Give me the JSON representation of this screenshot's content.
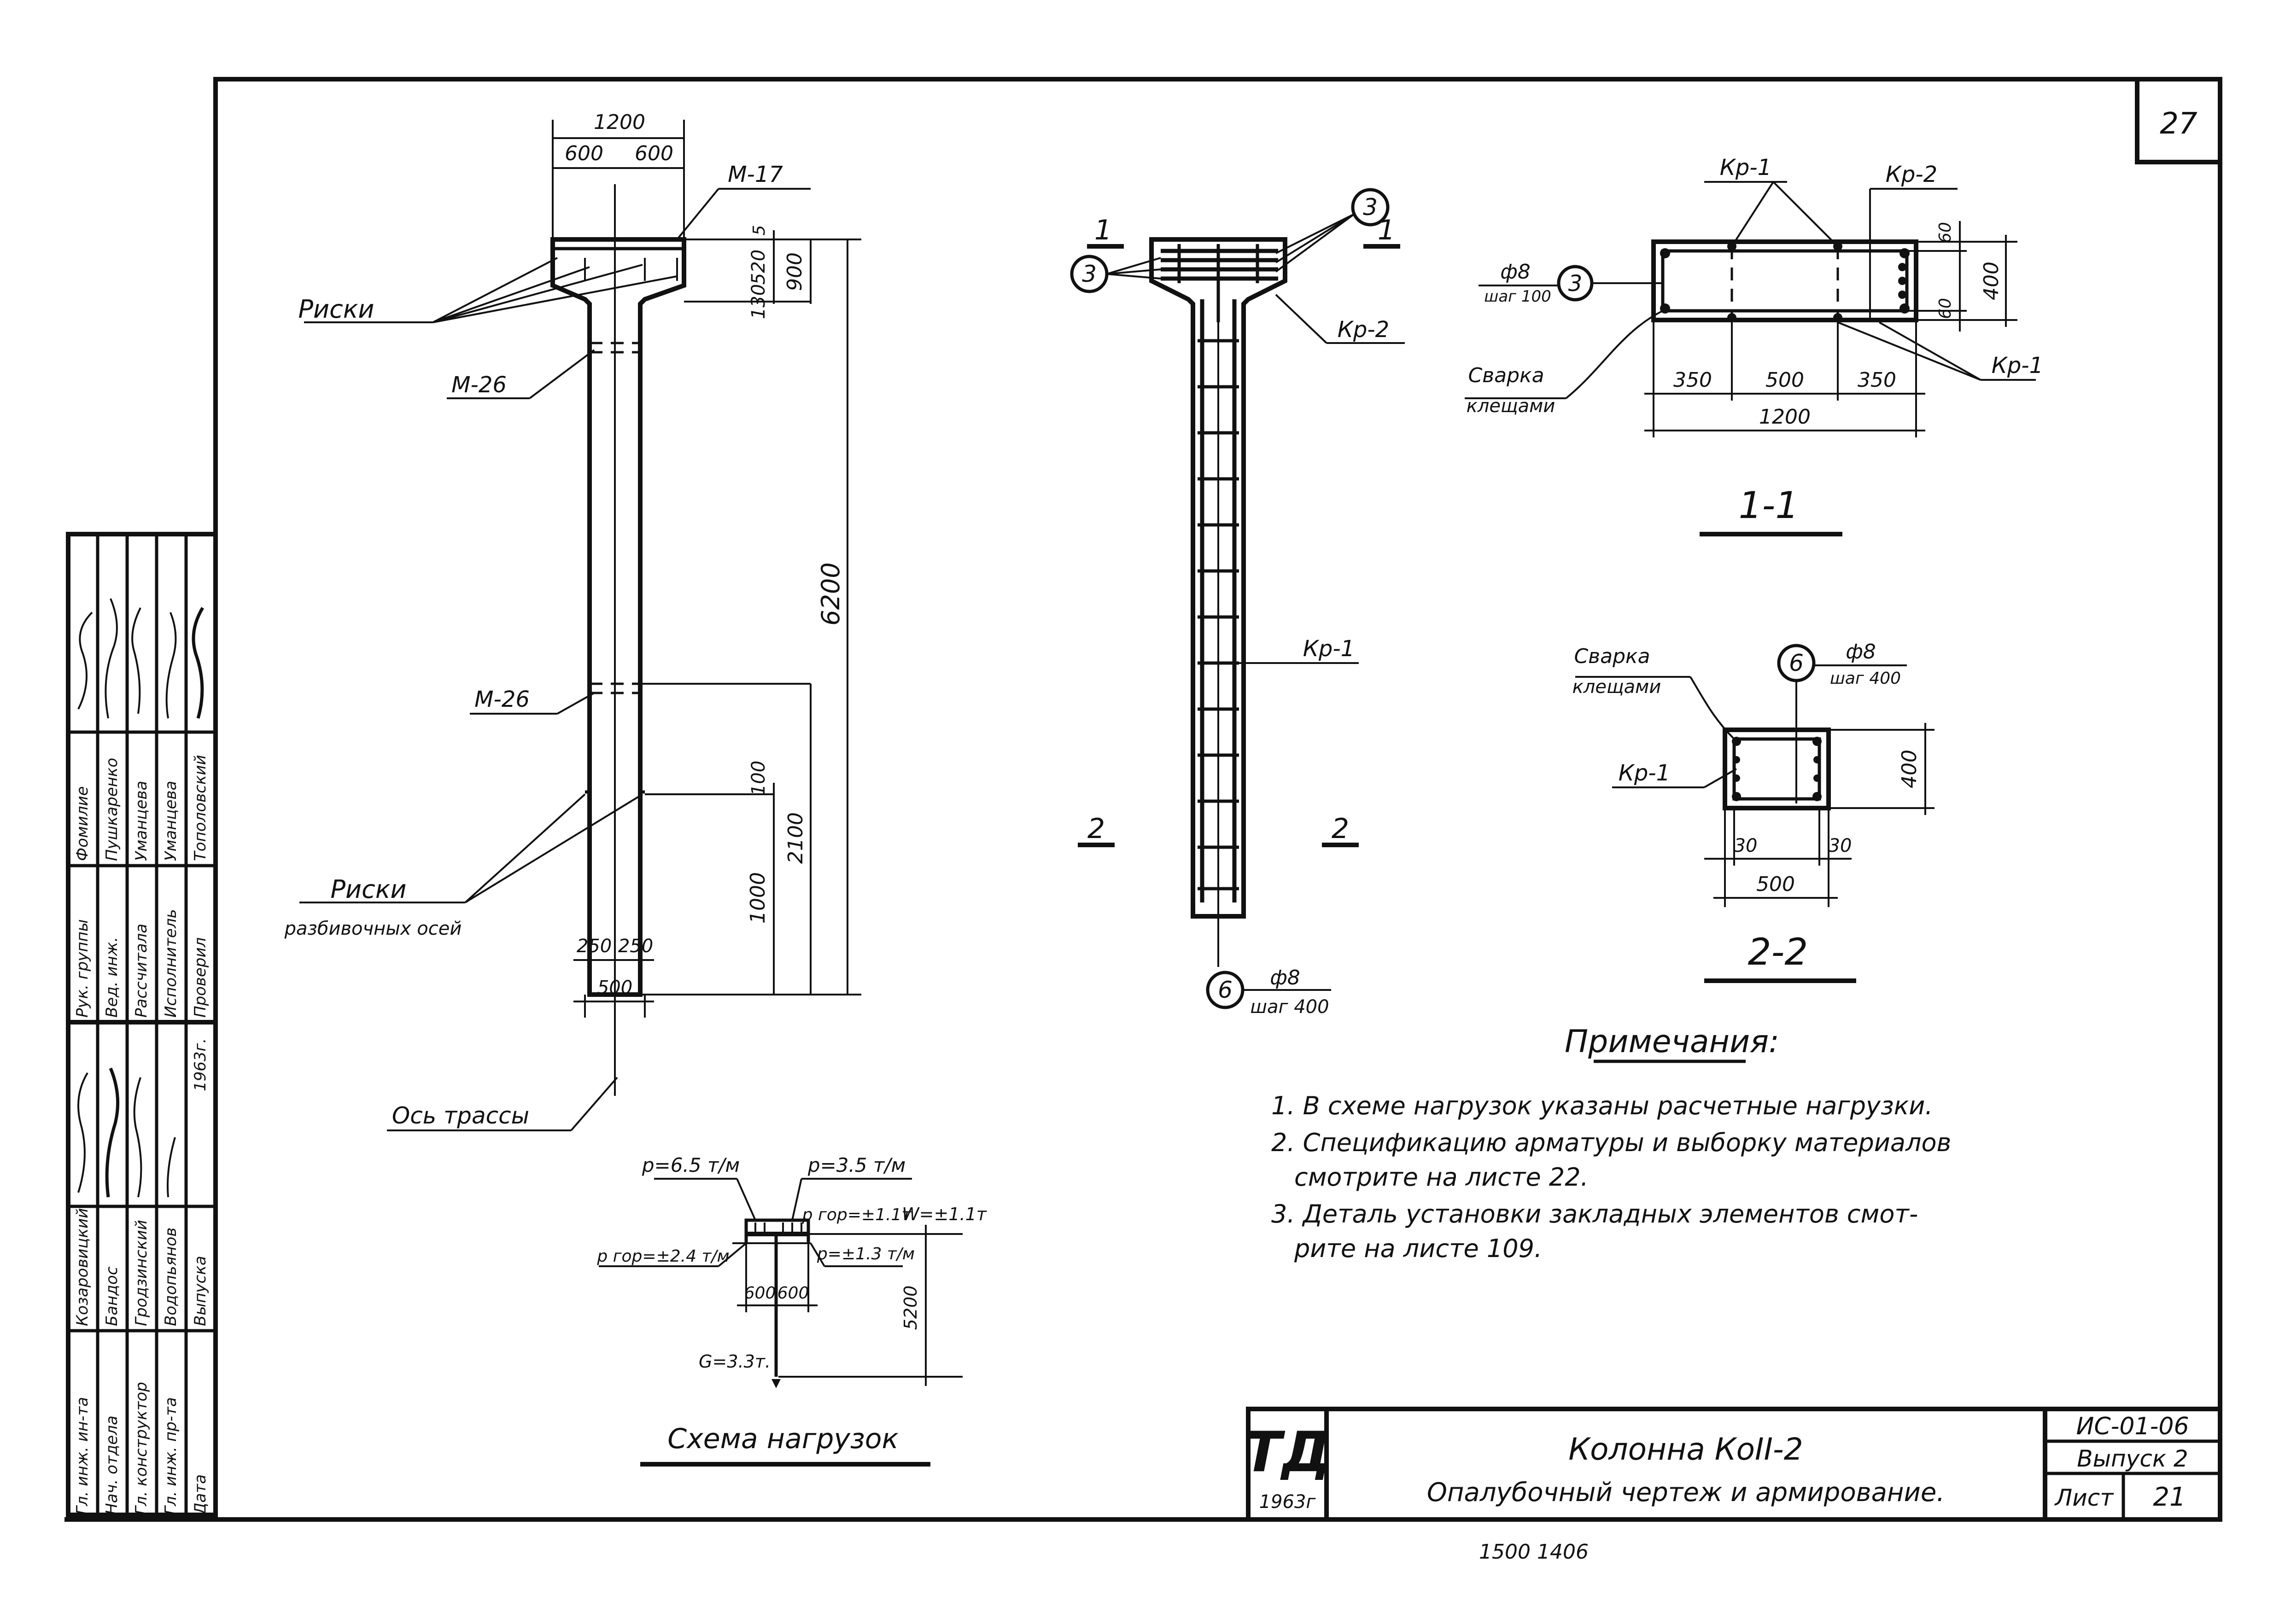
{
  "sheet_number_corner": "27",
  "elevation": {
    "dim_width_total": "1200",
    "dim_half_left": "600",
    "dim_half_right": "600",
    "label_m17": "М-17",
    "label_riski": "Риски",
    "label_m26_top": "М-26",
    "label_m26_bottom": "М-26",
    "dim_5": "5",
    "dim_520": "520",
    "dim_900": "900",
    "dim_130": "130",
    "dim_6200": "6200",
    "dim_100": "100",
    "dim_2100": "2100",
    "dim_1000": "1000",
    "label_riski_axes_1": "Риски",
    "label_riski_axes_2": "разбивочных осей",
    "dim_250_left": "250",
    "dim_250_right": "250",
    "dim_500": "500",
    "label_axis": "Ось трассы"
  },
  "reinforcement": {
    "section_mark_1_left": "1",
    "section_mark_1_right": "1",
    "section_mark_2_left": "2",
    "section_mark_2_right": "2",
    "bubble_3_left": "3",
    "bubble_3_right": "3",
    "label_kr2": "Кр-2",
    "label_kr1": "Кр-1",
    "bubble_6": "6",
    "bar_dia": "ф8",
    "bar_step": "шаг 400"
  },
  "section_1_1": {
    "title": "1-1",
    "label_kr1_top": "Кр-1",
    "label_kr2_top": "Кр-2",
    "bar_dia": "ф8",
    "bar_step": "шаг 100",
    "bubble_3": "3",
    "dim_60_top": "60",
    "dim_60_bottom": "60",
    "dim_400": "400",
    "weld_1": "Сварка",
    "weld_2": "клещами",
    "dim_350_left": "350",
    "dim_500": "500",
    "dim_350_right": "350",
    "dim_1200": "1200",
    "label_kr1_right": "Кр-1"
  },
  "section_2_2": {
    "title": "2-2",
    "weld_1": "Сварка",
    "weld_2": "клещами",
    "bubble_6": "6",
    "bar_dia": "ф8",
    "bar_step": "шаг 400",
    "label_kr1": "Кр-1",
    "dim_400": "400",
    "dim_30_left": "30",
    "dim_30_right": "30",
    "dim_500": "500"
  },
  "loads": {
    "title": "Схема нагрузок",
    "p_left": "p=6.5 т/м",
    "p_right": "p=3.5 т/м",
    "p_hor_top": "p гор=±1.1т",
    "w": "W=±1.1т",
    "p_hor_left": "p гор=±2.4 т/м",
    "p_small": "p=±1.3 т/м",
    "dim_600_left": "600",
    "dim_600_right": "600",
    "dim_5200": "5200",
    "g": "G=3.3т."
  },
  "notes": {
    "title": "Примечания:",
    "lines": [
      "1. В схеме нагрузок указаны расчетные нагрузки.",
      "2. Спецификацию арматуры и выборку материалов",
      "смотрите на листе 22.",
      "3. Деталь установки закладных элементов смот-",
      "рите на листе 109."
    ]
  },
  "title_block": {
    "logo": "ТД",
    "logo_year": "1963г",
    "title": "Колонна КоII-2",
    "subtitle": "Опалубочный чертеж и армирование.",
    "code": "ИС-01-06",
    "issue": "Выпуск 2",
    "sheet_label": "Лист",
    "sheet_value": "21"
  },
  "stamp": {
    "rows_left": [
      [
        "Гл. инж. ин-та",
        "Козаровицкий"
      ],
      [
        "Нач. отдела",
        "Бандос"
      ],
      [
        "Гл. конструктор",
        "Гродзинский"
      ],
      [
        "Гл. инж. пр-та",
        "Водопьянов"
      ],
      [
        "Дата",
        "Выпуска"
      ]
    ],
    "year": "1963г.",
    "rows_right": [
      [
        "Рук. группы",
        "Фомилие"
      ],
      [
        "Вед. инж.",
        "Пушкаренко"
      ],
      [
        "Рассчитала",
        "Уманцева"
      ],
      [
        "Исполнитель",
        "Уманцева"
      ],
      [
        "Проверил",
        "Тополовский"
      ]
    ]
  },
  "footer_note": "1500 1406"
}
